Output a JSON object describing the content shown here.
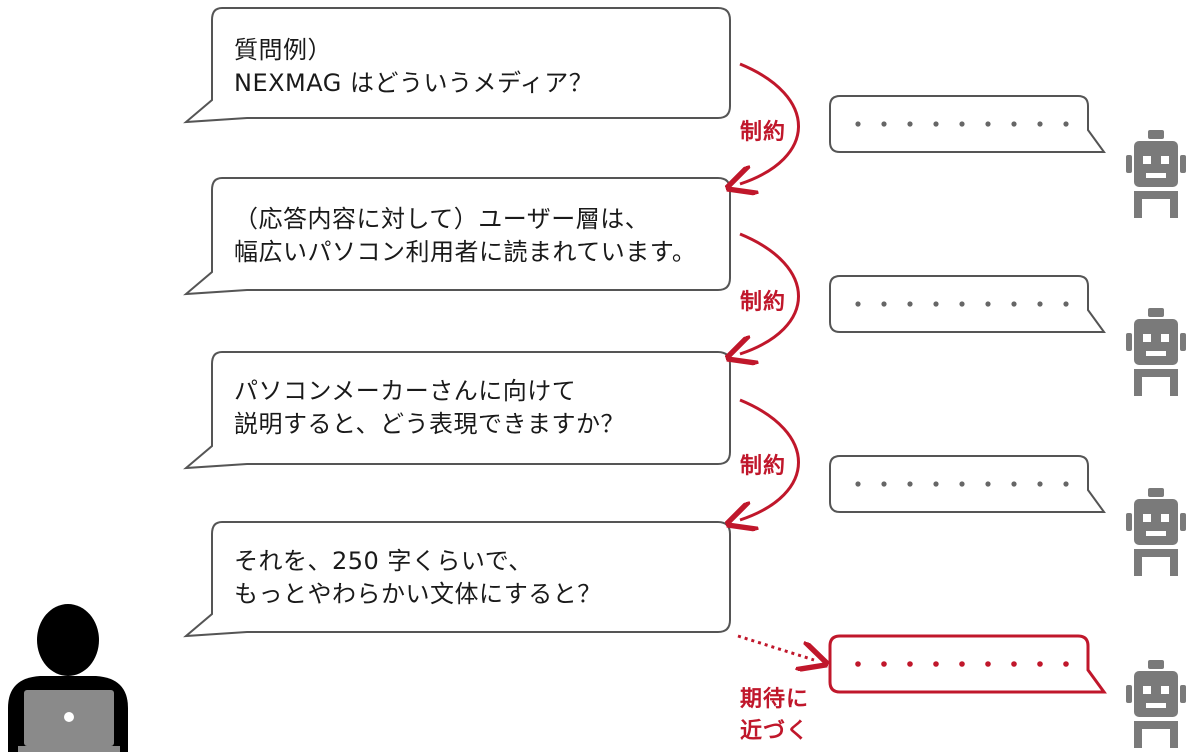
{
  "questions": [
    {
      "line1": "質問例）",
      "line2": "NEXMAG はどういうメディア？"
    },
    {
      "line1": "（応答内容に対して）ユーザー層は、",
      "line2": "幅広いパソコン利用者に読まれています。"
    },
    {
      "line1": "パソコンメーカーさんに向けて",
      "line2": "説明すると、どう表現できますか？"
    },
    {
      "line1": "それを、250 字くらいで、",
      "line2": "もっとやわらかい文体にすると？"
    }
  ],
  "constraint_label": "制約",
  "expectation_label": {
    "line1": "期待に",
    "line2": "近づく"
  },
  "colors": {
    "accent": "#c0172b",
    "bubble_stroke": "#555555",
    "icon": "#7a7a7a",
    "person": "#000000"
  },
  "icons": {
    "user": "user-laptop-icon",
    "robot": "robot-icon"
  }
}
